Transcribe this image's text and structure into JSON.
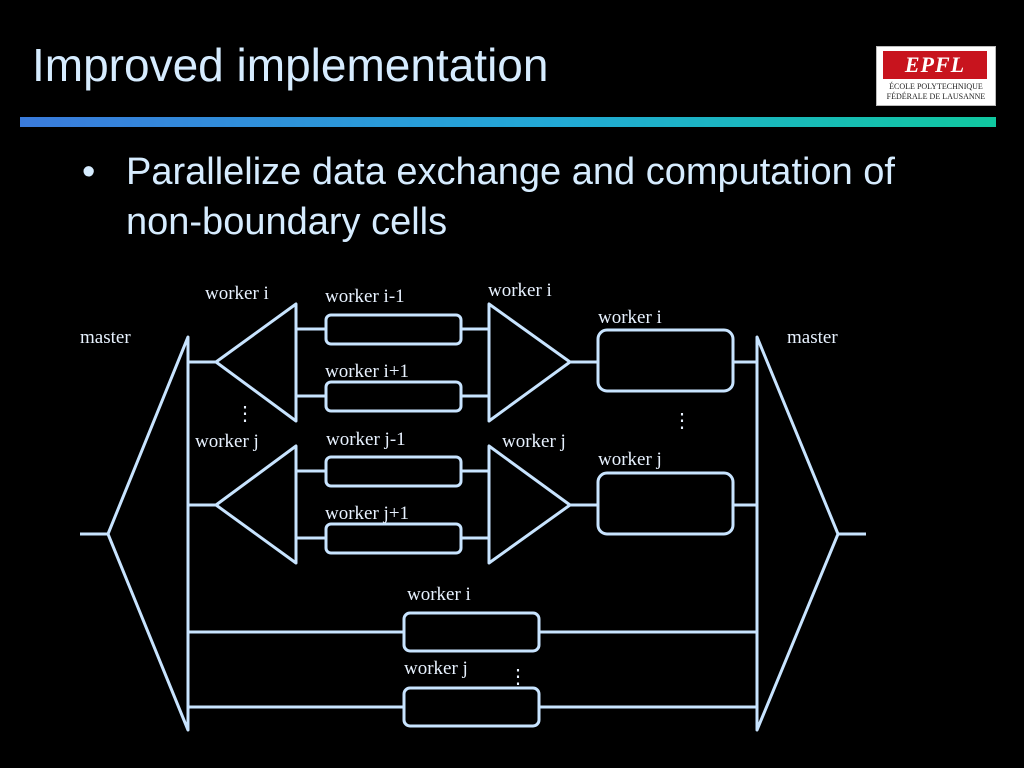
{
  "slide": {
    "title": "Improved implementation",
    "bullet": "Parallelize data exchange and computation of non-boundary cells",
    "bullet_symbol": "•"
  },
  "logo": {
    "mark": "EPFL",
    "line1": "ÉCOLE POLYTECHNIQUE",
    "line2": "FÉDÉRALE DE LAUSANNE"
  },
  "diagram": {
    "labels": {
      "master_left": "master",
      "master_right": "master",
      "worker_i_scatter": "worker i",
      "worker_j_scatter": "worker j",
      "worker_i_minus_1": "worker i-1",
      "worker_i_plus_1": "worker i+1",
      "worker_j_minus_1": "worker j-1",
      "worker_j_plus_1": "worker j+1",
      "worker_i_gather": "worker i",
      "worker_j_gather": "worker j",
      "worker_i_compute": "worker i",
      "worker_j_compute": "worker j",
      "worker_i_inner": "worker i",
      "worker_j_inner": "worker j"
    },
    "ellipsis": "⋮",
    "colors": {
      "stroke": "#c8e4ff",
      "text": "#e8f2ff",
      "title": "#d6ecff"
    }
  }
}
